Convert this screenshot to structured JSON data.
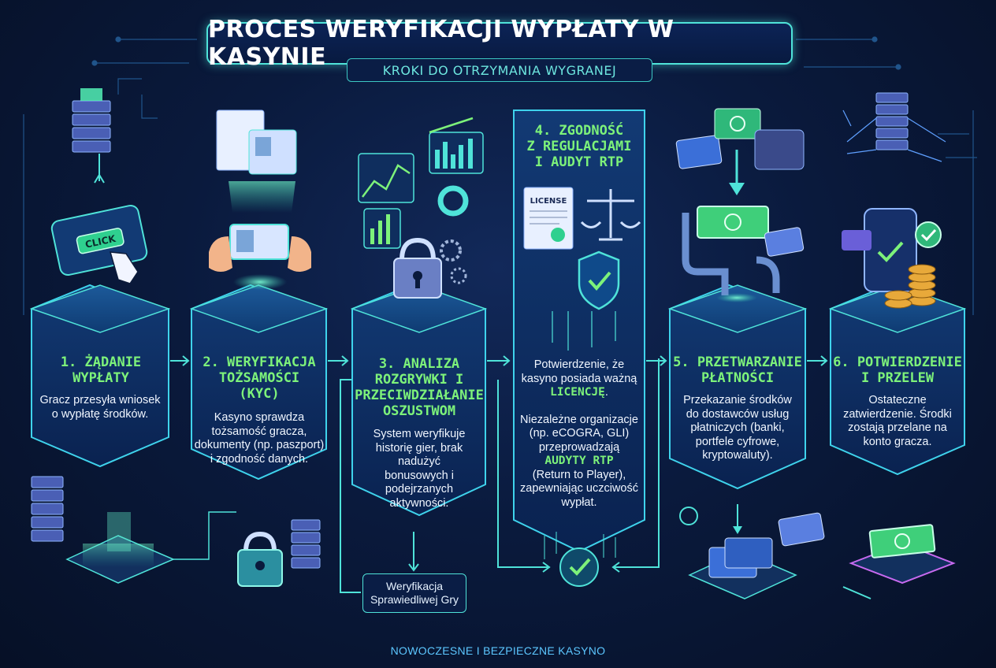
{
  "header": {
    "title": "PROCES WERYFIKACJI WYPŁATY W KASYNIE",
    "subtitle": "KROKI DO OTRZYMANIA WYGRANEJ"
  },
  "steps": [
    {
      "title": [
        "1. ŻĄDANIE",
        "WYPŁATY"
      ],
      "description": [
        "Gracz przesyła wniosek",
        "o wypłatę środków."
      ],
      "icon_label": "CLICK"
    },
    {
      "title": [
        "2. WERYFIKACJA",
        "TOŻSAMOŚCI",
        "(KYC)"
      ],
      "description": [
        "Kasyno sprawdza",
        "tożsamość gracza,",
        "dokumenty (np. paszport)",
        "i zgodność danych."
      ]
    },
    {
      "title": [
        "3. ANALIZA",
        "ROZGRYWKI I",
        "PRZECIWDZIAŁANIE",
        "OSZUSTWOM"
      ],
      "description": [
        "System weryfikuje",
        "historię gier, brak",
        "nadużyć",
        "bonusowych i",
        "podejrzanych",
        "aktywności."
      ]
    },
    {
      "title": [
        "4. ZGODNOŚĆ",
        "Z REGULACJAMI",
        "I AUDYT RTP"
      ],
      "description_a": [
        "Potwierdzenie, że",
        "kasyno posiada ważną"
      ],
      "highlight_a": "LICENCJĘ",
      "highlight_a_suffix": ".",
      "description_b": [
        "Niezależne organizacje",
        "(np. eCOGRA, GLI)",
        "przeprowadzają"
      ],
      "highlight_b": "AUDYTY RTP",
      "description_c": [
        "(Return to Player),",
        "zapewniając uczciwość",
        "wypłat."
      ],
      "icon_label": "LICENSE"
    },
    {
      "title": [
        "5. PRZETWARZANIE",
        "PŁATNOŚCI"
      ],
      "description": [
        "Przekazanie środków",
        "do dostawców usług",
        "płatniczych (banki,",
        "portfele cyfrowe,",
        "kryptowaluty)."
      ]
    },
    {
      "title": [
        "6. POTWIERDZENIE",
        "I PRZELEW"
      ],
      "description": [
        "Ostateczne",
        "zatwierdzenie. Środki",
        "zostają przelane na",
        "konto gracza."
      ]
    }
  ],
  "verification_box": [
    "Weryfikacja",
    "Sprawiedliwej Gry"
  ],
  "footer": "NOWOCZESNE I BEZPIECZNE KASYNO",
  "colors": {
    "accent_cyan": "#4fe3d9",
    "accent_green": "#7df27a",
    "panel": "#0c2a5a",
    "background": "#0a1a3d"
  }
}
